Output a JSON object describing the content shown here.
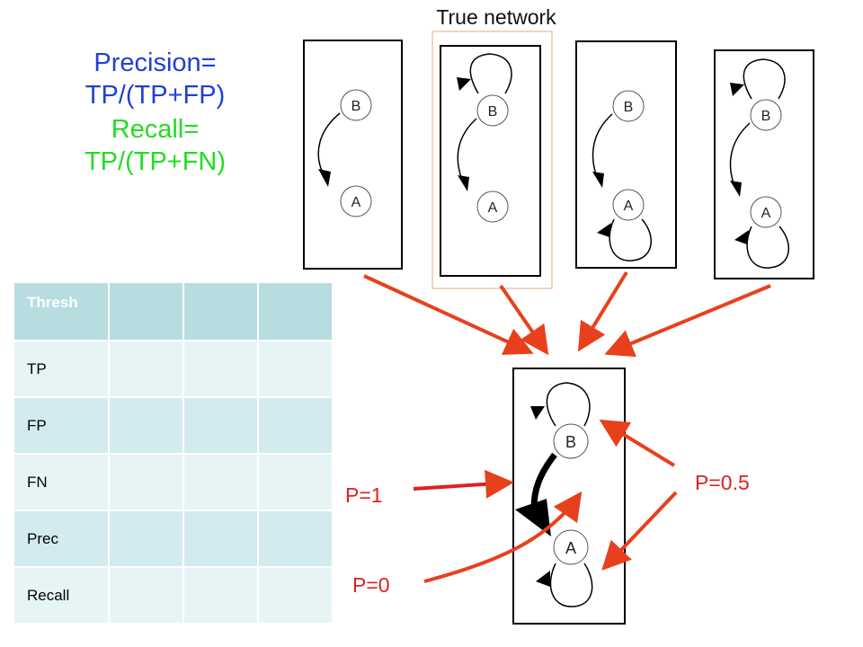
{
  "formulas": {
    "precision_line1": "Precision=",
    "precision_line2": "TP/(TP+FP)",
    "recall_line1": "Recall=",
    "recall_line2": "TP/(TP+FN)"
  },
  "true_network_label": "True network",
  "networks": [
    {
      "nodes": [
        "B",
        "A"
      ],
      "edge": "B→A",
      "self_loops": []
    },
    {
      "nodes": [
        "B",
        "A"
      ],
      "edge": "B→A",
      "self_loops": [
        "B"
      ],
      "is_true_network": true
    },
    {
      "nodes": [
        "B",
        "A"
      ],
      "edge": "B→A",
      "self_loops": [
        "A"
      ]
    },
    {
      "nodes": [
        "B",
        "A"
      ],
      "edge": "B→A",
      "self_loops": [
        "B",
        "A"
      ]
    }
  ],
  "consensus": {
    "nodes": [
      "B",
      "A"
    ],
    "edge": "B→A",
    "self_loops": [
      "B",
      "A"
    ]
  },
  "probabilities": {
    "p1": "P=1",
    "p0": "P=0",
    "p05": "P=0.5"
  },
  "table": {
    "header": "Thresh",
    "rows": [
      "TP",
      "FP",
      "FN",
      "Prec",
      "Recall"
    ],
    "value_columns": 3
  },
  "colors": {
    "precision": "#1f3fd6",
    "recall": "#22dd22",
    "arrow": "#e8401c",
    "table_header": "#b7dde1"
  }
}
